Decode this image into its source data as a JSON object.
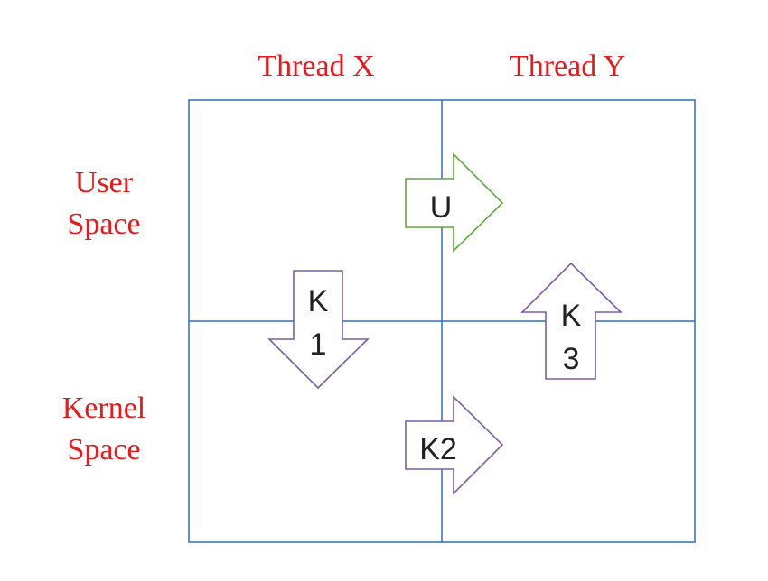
{
  "columns": {
    "left": "Thread X",
    "right": "Thread Y"
  },
  "rows": {
    "top": [
      "User",
      "Space"
    ],
    "bottom": [
      "Kernel",
      "Space"
    ]
  },
  "arrows": {
    "u": {
      "label": "U",
      "direction": "right"
    },
    "k1": {
      "label_lines": [
        "K",
        "1"
      ],
      "direction": "down"
    },
    "k2": {
      "label": "K2",
      "direction": "right"
    },
    "k3": {
      "label_lines": [
        "K",
        "3"
      ],
      "direction": "up"
    }
  },
  "colors": {
    "label": "#e8191b",
    "grid": "#2f6fb5",
    "arrow_u": "#5fa83c",
    "arrow_k": "#7b5ca8"
  }
}
